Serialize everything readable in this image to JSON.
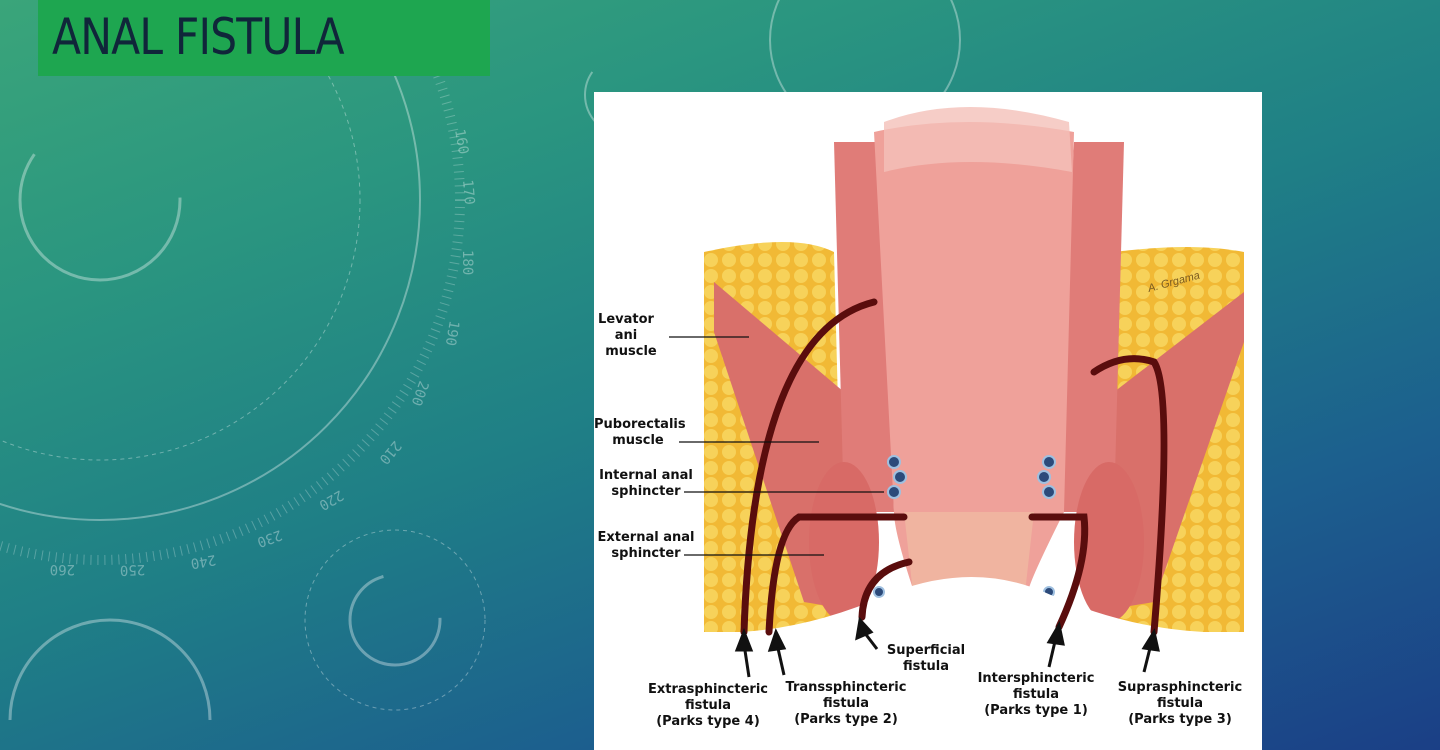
{
  "slide": {
    "title": "ANAL FISTULA"
  },
  "figure": {
    "left_labels": [
      {
        "line1": "Levator ani",
        "line2": "muscle"
      },
      {
        "line1": "Puborectalis",
        "line2": "muscle"
      },
      {
        "line1": "Internal anal",
        "line2": "sphincter"
      },
      {
        "line1": "External anal",
        "line2": "sphincter"
      }
    ],
    "bottom_labels": [
      {
        "line1": "Extrasphincteric",
        "line2": "fistula",
        "line3": "(Parks type 4)"
      },
      {
        "line1": "Transsphincteric",
        "line2": "fistula",
        "line3": "(Parks type 2)"
      },
      {
        "line1": "Superficial",
        "line2": "fistula",
        "line3": ""
      },
      {
        "line1": "Intersphincteric",
        "line2": "fistula",
        "line3": "(Parks type 1)"
      },
      {
        "line1": "Suprasphincteric",
        "line2": "fistula",
        "line3": "(Parks type 3)"
      }
    ],
    "signature": "A. Grgama"
  },
  "dial_numbers": [
    "160",
    "170",
    "180",
    "190",
    "200",
    "210",
    "220",
    "230",
    "240",
    "250",
    "260"
  ],
  "colors": {
    "title_bg": "#1ea650",
    "fat": "#f3c23e",
    "rectum": "#e98c8c",
    "fistula": "#5a0d0d"
  }
}
